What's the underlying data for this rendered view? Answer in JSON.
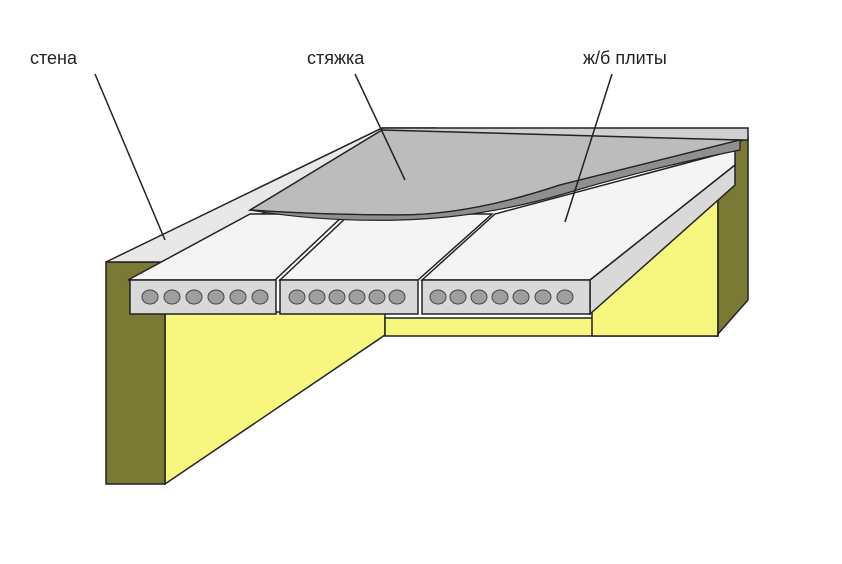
{
  "labels": {
    "wall": "стена",
    "screed": "стяжка",
    "slabs": "ж/б плиты"
  },
  "colors": {
    "background": "#ffffff",
    "wall": "#7a7a35",
    "wall_inner": "#f7f77f",
    "slab_top": "#f4f4f4",
    "slab_side": "#d9d9d9",
    "screed": "#bcbcbc",
    "holes": "#9e9e9e",
    "outline": "#222222"
  },
  "icons": {
    "hollow_core": "oval-hole"
  }
}
